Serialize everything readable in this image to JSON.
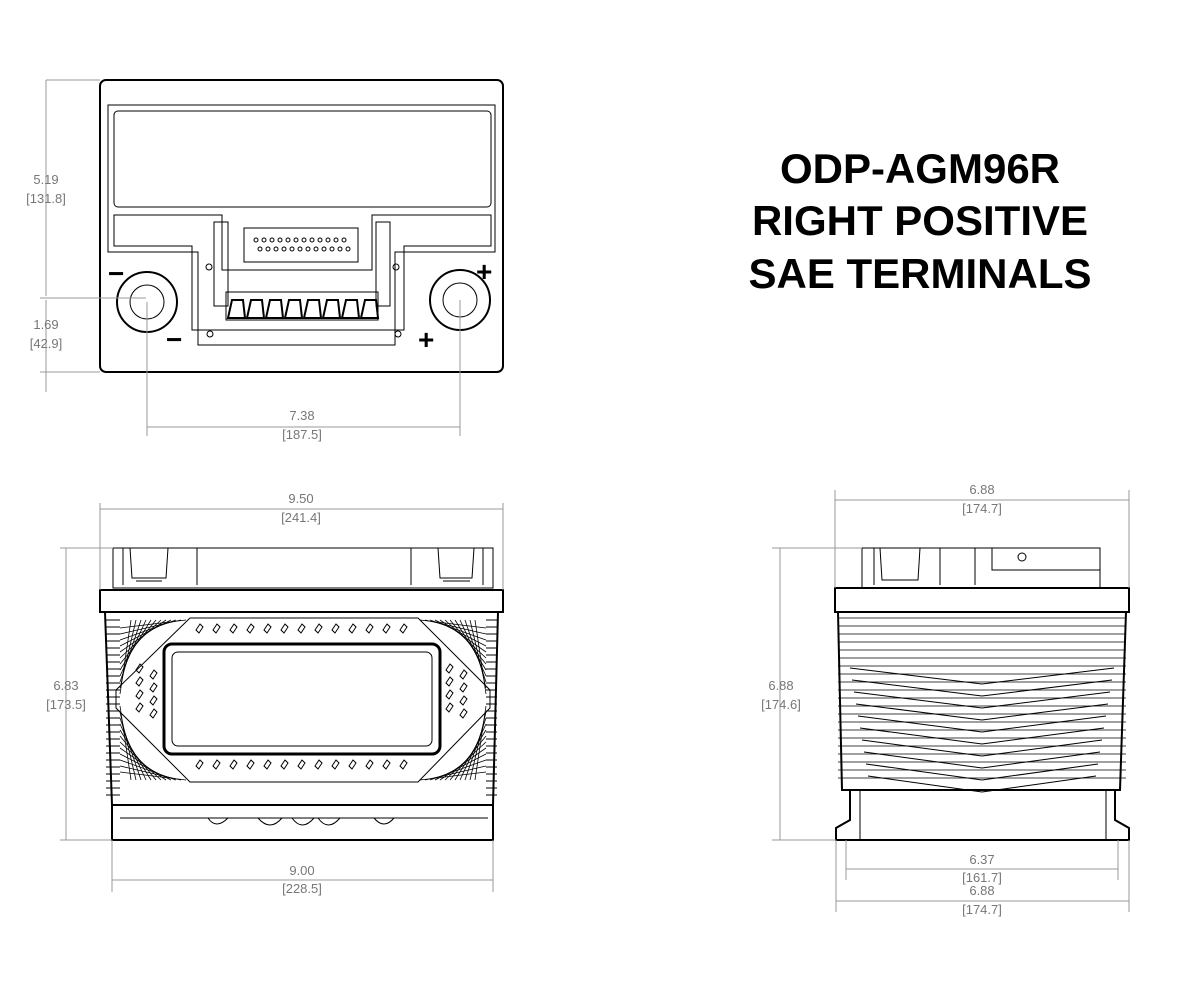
{
  "title": {
    "line1": "ODP-AGM96R",
    "line2": "RIGHT POSITIVE",
    "line3": "SAE TERMINALS"
  },
  "terminals": {
    "negative": "−",
    "positive": "+"
  },
  "top_view": {
    "height_total": {
      "in": "5.19",
      "mm": "[131.8]"
    },
    "terminal_offset": {
      "in": "1.69",
      "mm": "[42.9]"
    },
    "terminal_spacing": {
      "in": "7.38",
      "mm": "[187.5]"
    }
  },
  "front_view": {
    "top_length": {
      "in": "9.50",
      "mm": "[241.4]"
    },
    "height": {
      "in": "6.83",
      "mm": "[173.5]"
    },
    "base_length": {
      "in": "9.00",
      "mm": "[228.5]"
    }
  },
  "side_view": {
    "top_width": {
      "in": "6.88",
      "mm": "[174.7]"
    },
    "height": {
      "in": "6.88",
      "mm": "[174.6]"
    },
    "body_width": {
      "in": "6.37",
      "mm": "[161.7]"
    },
    "base_width": {
      "in": "6.88",
      "mm": "[174.7]"
    }
  },
  "colors": {
    "line": "#000000",
    "dimension": "#777777"
  }
}
